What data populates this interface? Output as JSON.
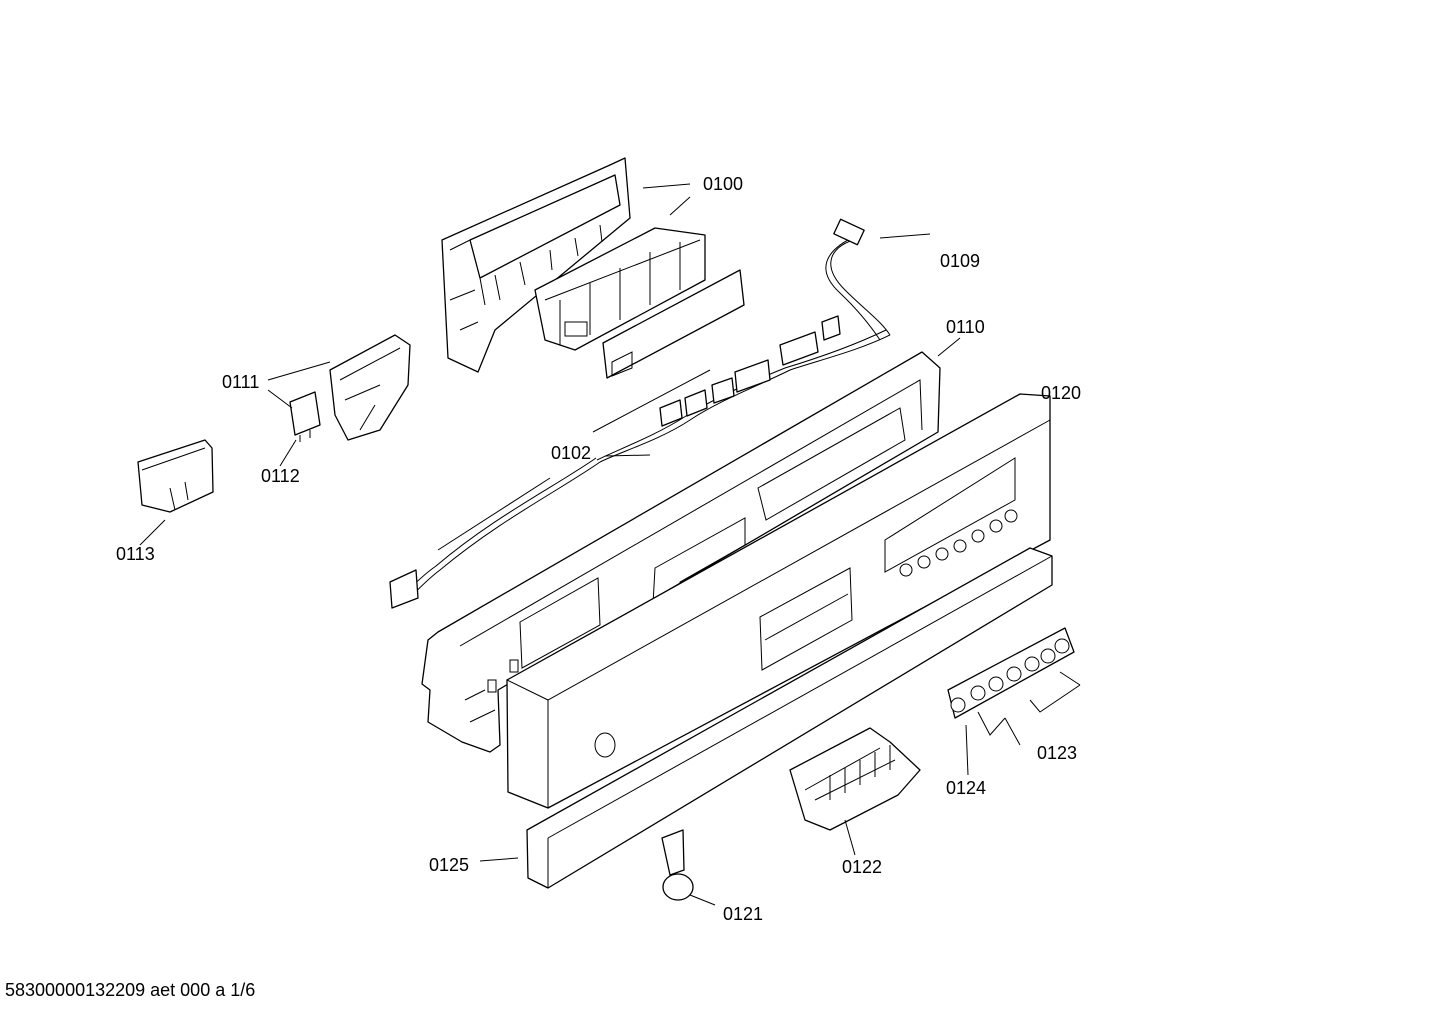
{
  "labels": {
    "p0100": "0100",
    "p0109": "0109",
    "p0110": "0110",
    "p0111": "0111",
    "p0112": "0112",
    "p0113": "0113",
    "p0102": "0102",
    "p0120": "0120",
    "p0123": "0123",
    "p0124": "0124",
    "p0122": "0122",
    "p0125": "0125",
    "p0121": "0121"
  },
  "footer": "58300000132209 aet 000 a 1/6"
}
